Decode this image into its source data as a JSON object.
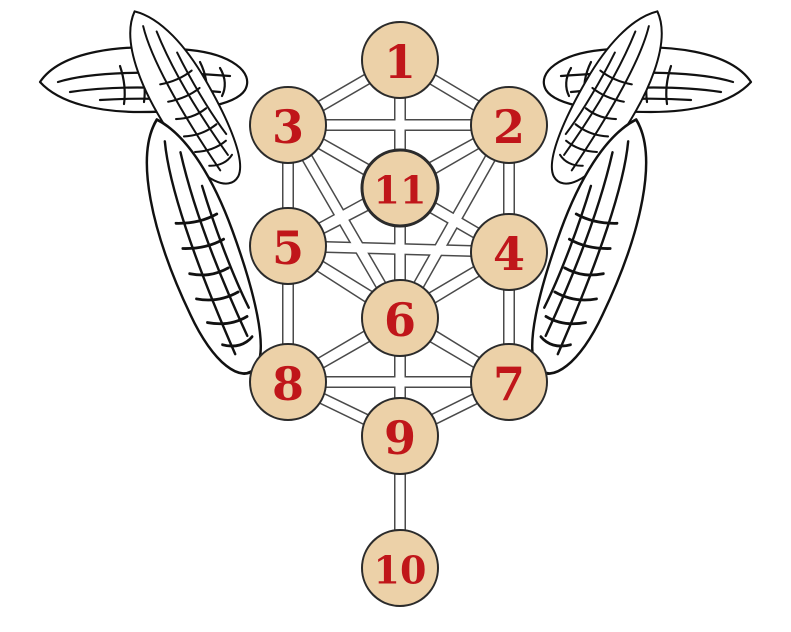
{
  "diagram": {
    "colors": {
      "node_fill": "#ecd1a8",
      "node_border": "#2b2b2b",
      "number_color": "#c0161a",
      "path_fill": "#ffffff",
      "path_border": "#4a4a4a",
      "wing_line": "#111111"
    },
    "nodes": [
      {
        "id": "1",
        "label": "1"
      },
      {
        "id": "2",
        "label": "2"
      },
      {
        "id": "3",
        "label": "3"
      },
      {
        "id": "11",
        "label": "11"
      },
      {
        "id": "4",
        "label": "4"
      },
      {
        "id": "5",
        "label": "5"
      },
      {
        "id": "6",
        "label": "6"
      },
      {
        "id": "7",
        "label": "7"
      },
      {
        "id": "8",
        "label": "8"
      },
      {
        "id": "9",
        "label": "9"
      },
      {
        "id": "10",
        "label": "10"
      }
    ],
    "paths": [
      [
        "1",
        "2"
      ],
      [
        "1",
        "3"
      ],
      [
        "1",
        "6"
      ],
      [
        "2",
        "3"
      ],
      [
        "2",
        "4"
      ],
      [
        "3",
        "5"
      ],
      [
        "2",
        "6"
      ],
      [
        "3",
        "6"
      ],
      [
        "4",
        "5"
      ],
      [
        "4",
        "6"
      ],
      [
        "5",
        "6"
      ],
      [
        "4",
        "7"
      ],
      [
        "5",
        "8"
      ],
      [
        "6",
        "7"
      ],
      [
        "6",
        "8"
      ],
      [
        "7",
        "8"
      ],
      [
        "7",
        "9"
      ],
      [
        "8",
        "9"
      ],
      [
        "6",
        "9"
      ],
      [
        "9",
        "10"
      ],
      [
        "2",
        "5"
      ],
      [
        "3",
        "4"
      ],
      [
        "4",
        "8"
      ],
      [
        "5",
        "7"
      ],
      [
        "2",
        "11"
      ],
      [
        "3",
        "11"
      ],
      [
        "11",
        "4"
      ],
      [
        "11",
        "5"
      ]
    ],
    "wings": [
      {
        "id": "left-top",
        "icon": "wing-icon"
      },
      {
        "id": "left-middle",
        "icon": "wing-icon"
      },
      {
        "id": "left-bottom",
        "icon": "wing-icon"
      },
      {
        "id": "right-top",
        "icon": "wing-icon"
      },
      {
        "id": "right-middle",
        "icon": "wing-icon"
      },
      {
        "id": "right-bottom",
        "icon": "wing-icon"
      }
    ]
  }
}
